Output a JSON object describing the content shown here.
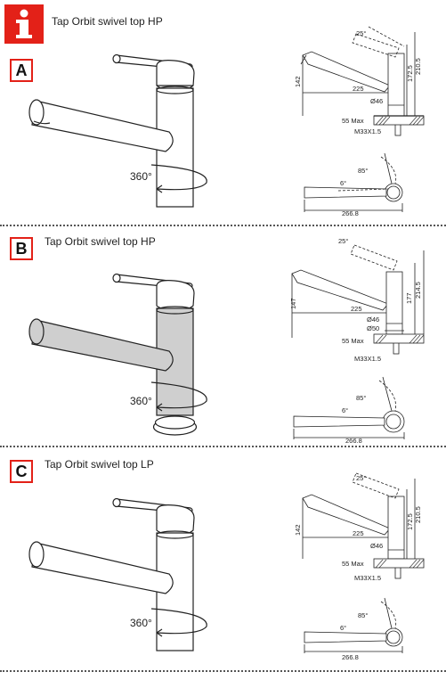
{
  "colors": {
    "accent": "#e32118",
    "line": "#222222",
    "fill_highlight": "#cfcfcf"
  },
  "info_icon": "info-icon",
  "sections": [
    {
      "letter": "A",
      "title": "Tap Orbit swivel top HP",
      "rotation": "360°",
      "side": {
        "angle": "25°",
        "height_total": "142",
        "dim_172": "172.5",
        "dim_210": "210.5",
        "reach": "225",
        "diam": "Ø46",
        "thread_max": "55 Max",
        "thread": "M33X1.5"
      },
      "top": {
        "angle_85": "85°",
        "angle_6": "6°",
        "length": "266.8"
      }
    },
    {
      "letter": "B",
      "title": "Tap Orbit swivel top HP",
      "rotation": "360°",
      "side": {
        "angle": "25°",
        "height_total": "147",
        "dim_177": "177",
        "dim_214": "214.5",
        "reach": "225",
        "diam": "Ø46",
        "diam2": "Ø50",
        "thread_max": "55 Max",
        "thread": "M33X1.5"
      },
      "top": {
        "angle_85": "85°",
        "angle_6": "6°",
        "length": "266.8"
      }
    },
    {
      "letter": "C",
      "title": "Tap Orbit swivel top LP",
      "rotation": "360°",
      "side": {
        "angle": "25°",
        "height_total": "142",
        "dim_172": "172.5",
        "dim_210": "210.5",
        "reach": "225",
        "diam": "Ø46",
        "thread_max": "55 Max",
        "thread": "M33X1.5"
      },
      "top": {
        "angle_85": "85°",
        "angle_6": "6°",
        "length": "266.8"
      }
    }
  ]
}
